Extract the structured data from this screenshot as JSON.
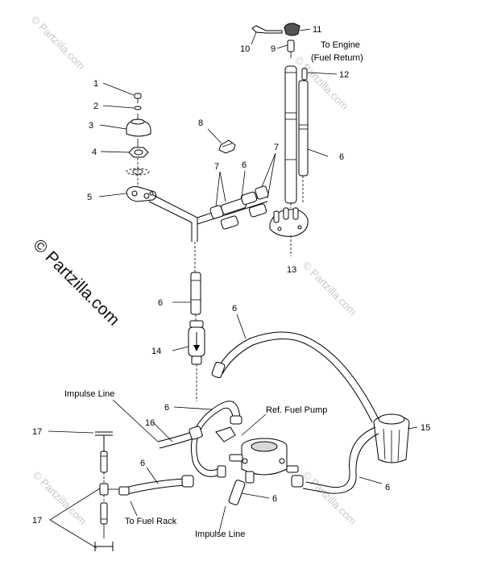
{
  "watermarks": {
    "main": "© Partzilla.com",
    "faint": "© Partzilla.com"
  },
  "labels": {
    "to_engine_line1": "To Engine",
    "to_engine_line2": "(Fuel Return)",
    "impulse_line_top": "Impulse Line",
    "ref_fuel_pump": "Ref. Fuel Pump",
    "to_fuel_rack": "To Fuel Rack",
    "impulse_line_bottom": "Impulse Line"
  },
  "callouts": {
    "c1": "1",
    "c2": "2",
    "c3": "3",
    "c4": "4",
    "c5": "5",
    "c6a": "6",
    "c6b": "6",
    "c6c": "6",
    "c6d": "6",
    "c6e": "6",
    "c6f": "6",
    "c6g": "6",
    "c6h": "6",
    "c7a": "7",
    "c7b": "7",
    "c8": "8",
    "c9": "9",
    "c10": "10",
    "c11": "11",
    "c12": "12",
    "c13": "13",
    "c14": "14",
    "c15": "15",
    "c16": "16",
    "c17a": "17",
    "c17b": "17"
  }
}
